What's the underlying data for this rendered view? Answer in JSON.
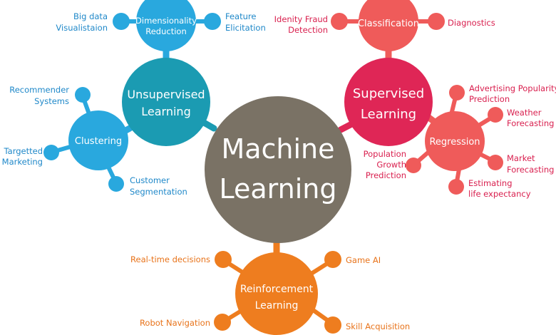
{
  "colors": {
    "center": "#7a7265",
    "unsupervised": "#1b9bb2",
    "unsupervised_light": "#29a8de",
    "supervised": "#df2656",
    "supervised_light": "#ef5b5a",
    "reinforcement": "#ee7d1f"
  },
  "center": {
    "line1": "Machine",
    "line2": "Learning"
  },
  "unsupervised": {
    "line1": "Unsupervised",
    "line2": "Learning",
    "dimensionality": {
      "line1": "Dimensionality",
      "line2": "Reduction"
    },
    "clustering": "Clustering",
    "leaves": {
      "big_data": {
        "line1": "Big data",
        "line2": "Visualistaion"
      },
      "feature": {
        "line1": "Feature",
        "line2": "Elicitation"
      },
      "recommender": {
        "line1": "Recommender",
        "line2": "Systems"
      },
      "targetted": {
        "line1": "Targetted",
        "line2": "Marketing"
      },
      "customer": {
        "line1": "Customer",
        "line2": "Segmentation"
      }
    }
  },
  "supervised": {
    "line1": "Supervised",
    "line2": "Learning",
    "classification": "Classification",
    "regression": "Regression",
    "leaves": {
      "fraud": {
        "line1": "Idenity Fraud",
        "line2": "Detection"
      },
      "diagnostics": "Diagnostics",
      "advertising": {
        "line1": "Advertising Popularity",
        "line2": "Prediction"
      },
      "weather": {
        "line1": "Weather",
        "line2": "Forecasting"
      },
      "market": {
        "line1": "Market",
        "line2": "Forecasting"
      },
      "life": {
        "line1": "Estimating",
        "line2": "life expectancy"
      },
      "population": {
        "line1": "Population",
        "line2": "Growth",
        "line3": "Prediction"
      }
    }
  },
  "reinforcement": {
    "line1": "Reinforcement",
    "line2": "Learning",
    "leaves": {
      "realtime": "Real-time decisions",
      "game_ai": "Game AI",
      "robot": "Robot Navigation",
      "skill": "Skill Acquisition"
    }
  }
}
